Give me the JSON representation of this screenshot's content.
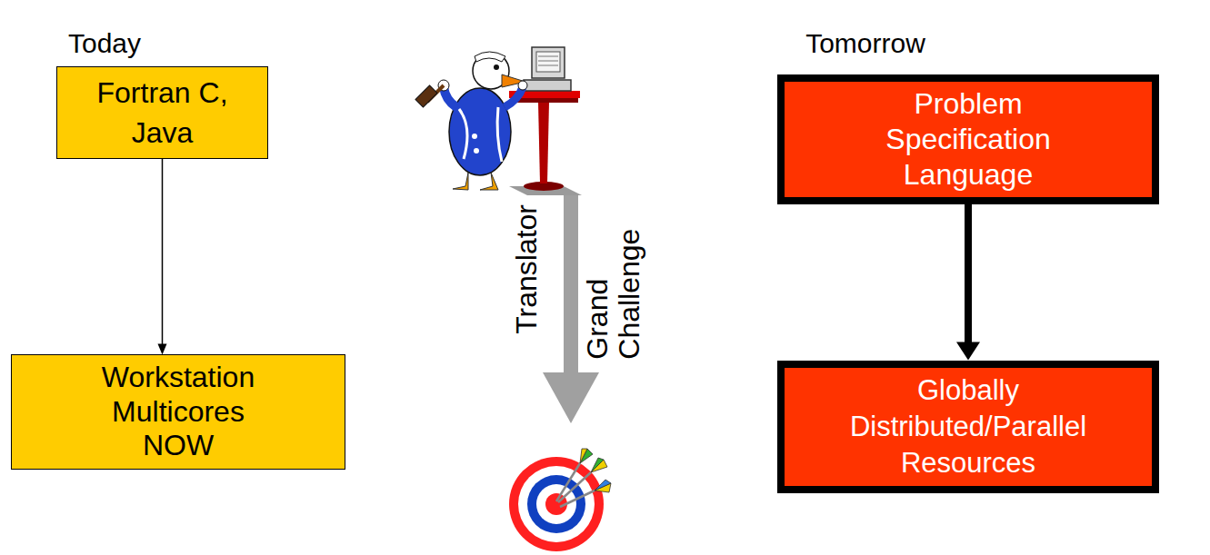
{
  "diagram": {
    "nodes": [
      {
        "text": [
          "Fortran C, Java"
        ]
      },
      {
        "text": [
          "Workstation Multicores NOW"
        ]
      },
      {
        "text": [
          "Problem Specification Language"
        ]
      },
      {
        "text": [
          "Globally Distributed/Parallel Resources"
        ]
      }
    ],
    "edges": [
      {
        "from": 0,
        "to": 1,
        "arrow": "to"
      },
      {
        "from": 2,
        "to": 3,
        "arrow": "to"
      }
    ],
    "labels": [
      "Today",
      "Tomorrow",
      "Translator",
      "Grand Challenge"
    ]
  }
}
